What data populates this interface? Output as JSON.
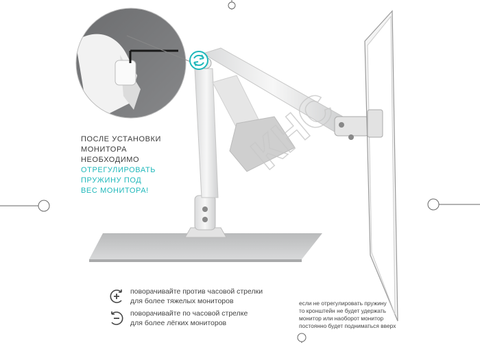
{
  "callout": {
    "lines_dark": [
      "ПОСЛЕ УСТАНОВКИ",
      "МОНИТОРА",
      "НЕОБХОДИМО"
    ],
    "lines_teal": [
      "ОТРЕГУЛИРОВАТЬ",
      "ПРУЖИНУ ПОД",
      "ВЕС МОНИТОРА!"
    ]
  },
  "legend": {
    "ccw_line1": "поворачивайте против часовой стрелки",
    "ccw_line2": "для более тяжелых мониторов",
    "cw_line1": "поворачивайте по часовой стрелке",
    "cw_line2": "для более лёгких мониторов"
  },
  "note": {
    "lines": [
      "если не отрегулировать пружину",
      "то кронштейн не будет удержать",
      "монитор или наоборот монитор",
      "постоянно будет подниматься вверх"
    ]
  },
  "watermark": "КНС",
  "colors": {
    "accent": "#1fb8bb",
    "text": "#3a3a3a"
  },
  "icons": {
    "rotate_arrow": "rotate-arrow-icon",
    "ccw_plus": "rotate-ccw-plus-icon",
    "cw_minus": "rotate-cw-minus-icon"
  }
}
